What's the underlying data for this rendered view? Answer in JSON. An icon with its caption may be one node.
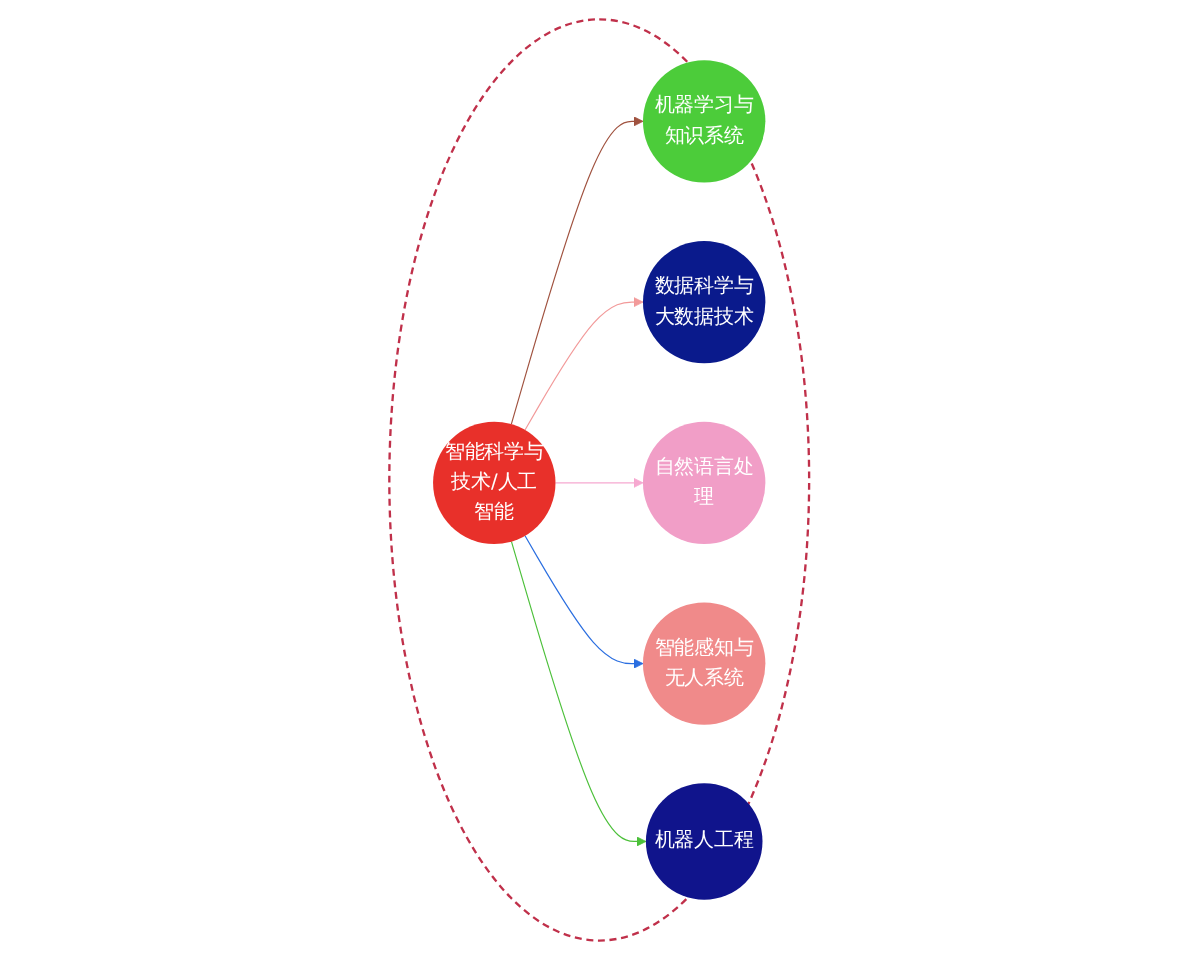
{
  "diagram": {
    "nodes": [
      {
        "text": [],
        "shape": "ellipse"
      },
      {
        "text": [
          "机器学习与知识系统"
        ],
        "in": 0
      },
      {
        "text": [
          "数据科学与大数据技术"
        ],
        "in": 0
      },
      {
        "text": [
          "自然语言处理"
        ],
        "in": 0
      },
      {
        "text": [
          "智能科学与技术/人工智能"
        ],
        "in": 0
      },
      {
        "text": [
          "智能感知与无人系统"
        ],
        "in": 0
      },
      {
        "text": [
          "机器人工程"
        ],
        "in": 0
      }
    ],
    "edges": [
      {
        "from": 4,
        "to": 1,
        "arrow": "to",
        "color": "#a0523f"
      },
      {
        "from": 4,
        "to": 2,
        "arrow": "to",
        "color": "#f29a9a"
      },
      {
        "from": 4,
        "to": 3,
        "arrow": "to",
        "color": "#f6a8d0"
      },
      {
        "from": 4,
        "to": 5,
        "arrow": "to",
        "color": "#2a6ee0"
      },
      {
        "from": 4,
        "to": 6,
        "arrow": "to",
        "color": "#4cc03a"
      }
    ]
  }
}
